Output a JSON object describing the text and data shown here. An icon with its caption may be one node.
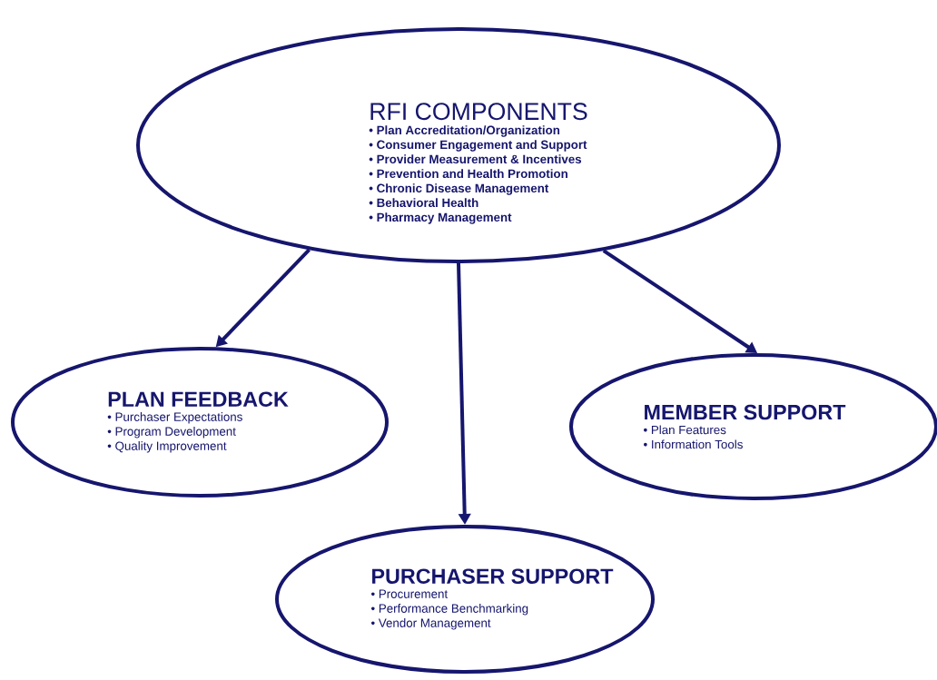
{
  "diagram": {
    "nodes": [
      {
        "text": [
          "RFI COMPONENTS",
          "• Plan Accreditation/Organization",
          "• Consumer Engagement and Support",
          "• Provider Measurement & Incentives",
          "• Prevention and Health Promotion",
          "• Chronic Disease Management",
          "• Behavioral Health",
          "• Pharmacy Management"
        ]
      },
      {
        "text": [
          "PLAN FEEDBACK",
          "• Purchaser Expectations",
          "• Program Development",
          "• Quality Improvement"
        ]
      },
      {
        "text": [
          "MEMBER SUPPORT",
          "• Plan Features",
          "• Information Tools"
        ]
      },
      {
        "text": [
          "PURCHASER SUPPORT",
          "• Procurement",
          "• Performance Benchmarking",
          "• Vendor Management"
        ]
      }
    ],
    "edges": [
      {
        "from": 0,
        "to": 1,
        "arrow": "to"
      },
      {
        "from": 0,
        "to": 3,
        "arrow": "to"
      },
      {
        "from": 0,
        "to": 2,
        "arrow": "to"
      }
    ]
  }
}
